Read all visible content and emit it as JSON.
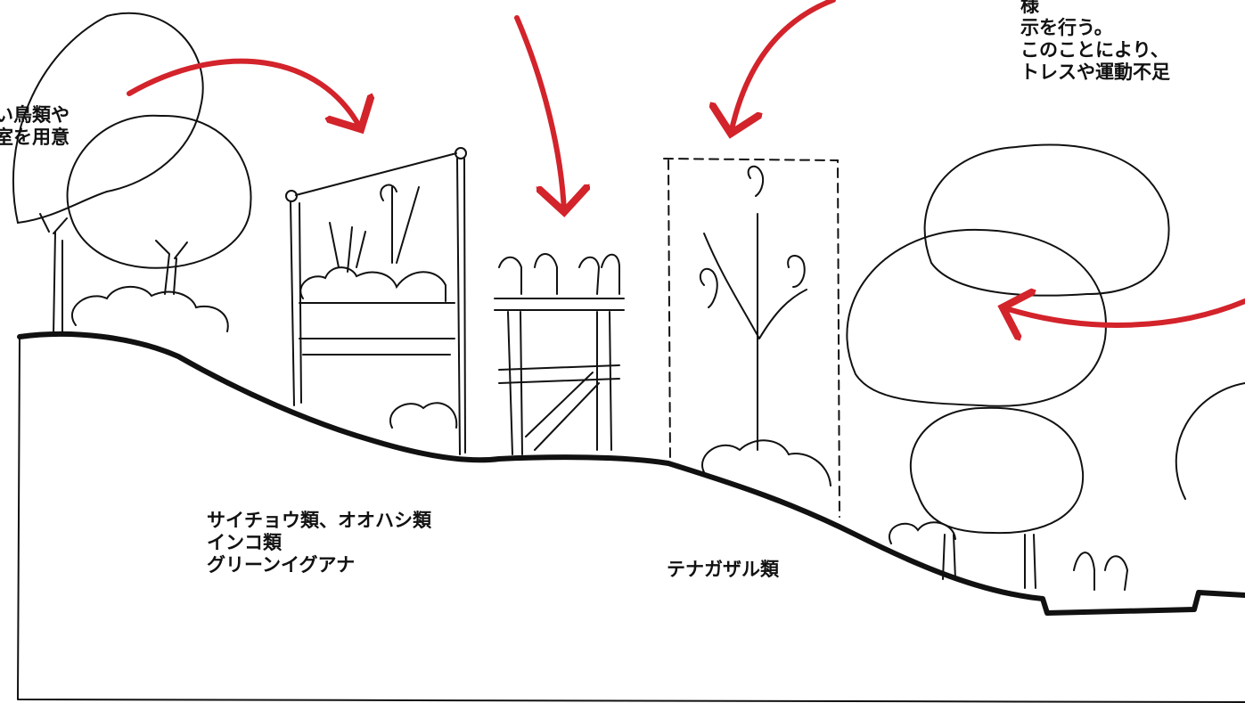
{
  "annotations": {
    "top_left_partial": [
      "い鳥類や",
      "室を用意"
    ],
    "top_right_partial": [
      "様",
      "示を行う。",
      "このことにより、",
      "トレスや運動不足"
    ]
  },
  "section_labels": {
    "birds": [
      "サイチョウ類、オオハシ類",
      "インコ類",
      "グリーンイグアナ"
    ],
    "gibbons": "テナガザル類"
  },
  "colors": {
    "arrow": "#d3232b",
    "ink": "#111111",
    "paper": "#ffffff"
  },
  "icons": [
    "curved-arrow-icon",
    "tree-icon",
    "shrub-icon",
    "aviary-frame-icon",
    "observation-deck-icon",
    "climbing-pole-icon",
    "visitor-figure-icon"
  ]
}
